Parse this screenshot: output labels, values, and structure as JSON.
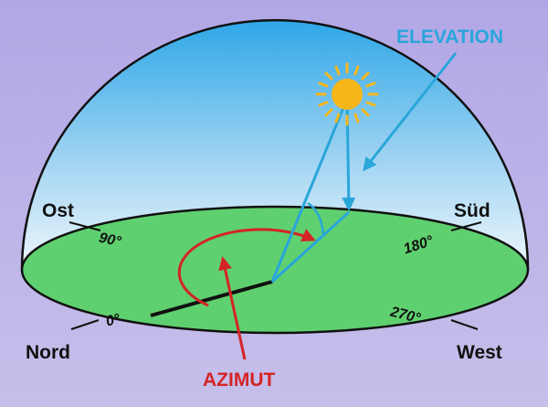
{
  "labels": {
    "elevation": "ELEVATION",
    "azimut": "AZIMUT",
    "directions": {
      "ost": "Ost",
      "sued": "Süd",
      "nord": "Nord",
      "west": "West"
    },
    "degrees": {
      "d0": "0°",
      "d90": "90°",
      "d180": "180°",
      "d270": "270°"
    }
  },
  "colors": {
    "background": "#b7abe4",
    "sky_top": "#2fa8e6",
    "sky_bottom": "#e6f3fb",
    "ground": "#5fd06f",
    "elevation": "#29a6da",
    "azimut": "#d42424",
    "sun": "#f7b71a",
    "outline": "#111111"
  },
  "icons": {
    "sun": "sun-icon"
  }
}
